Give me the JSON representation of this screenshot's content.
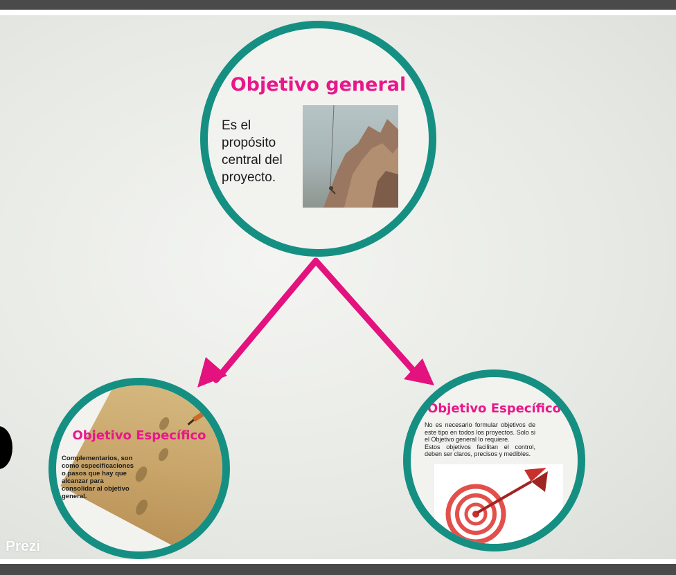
{
  "general": {
    "title": "Objetivo general",
    "text": "Es el propósito central del proyecto."
  },
  "specific_left": {
    "title": "Objetivo Específico",
    "text": "Complementarios, son como especificaciones o pasos que hay que alcanzar para consolidar al objetivo general."
  },
  "specific_right": {
    "title": "Objetivo Específico",
    "text_1": "No es necesario formular objetivos de este tipo en todos los proyectos. Solo si el Objetivo general lo requiere.",
    "text_2": "Estos objetivos facilitan el control, deben ser claros, precisos y medibles."
  },
  "branding": {
    "logo": "Prezi"
  },
  "colors": {
    "circle_ring": "#168f83",
    "title_pink": "#e8178a",
    "arrow_pink": "#e3127f"
  },
  "icons": {
    "general_image": "mountain-climber-image",
    "left_image": "footprints-sand-image",
    "right_image": "dart-target-image"
  }
}
